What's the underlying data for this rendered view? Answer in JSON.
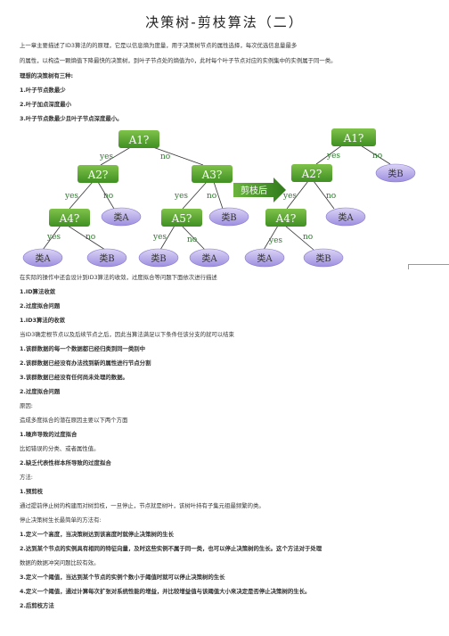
{
  "title": "决策树-剪枝算法（二）",
  "intro": [
    "上一章主要描述了ID3算法的的原理，它是以信息熵为度量，用于决策树节点的属性选择，每次优选信息量最多",
    "的属性，以构造一颗熵值下降最快的决策树，到叶子节点处的熵值为0，此时每个叶子节点对应的实例集中的实例属于同一类。",
    "理想的决策树有三种:",
    "1.叶子节点数最少",
    "2.叶子加点深度最小",
    "3.叶子节点数最少且叶子节点深度最小。"
  ],
  "diagram": {
    "left_tree": {
      "a1": "A1?",
      "a2": "A2?",
      "a3": "A3?",
      "a4": "A4?",
      "a5": "A5?",
      "a2_no_leaf": "类A",
      "a3_no_leaf": "类B",
      "a4_yes_leaf": "类A",
      "a4_no_leaf": "类B",
      "a5_yes_leaf": "类B",
      "a5_no_leaf": "类A"
    },
    "right_tree": {
      "a1": "A1?",
      "a2": "A2?",
      "a4": "A4?",
      "a1_no_leaf": "类B",
      "a2_no_leaf": "类A",
      "a4_yes_leaf": "类A",
      "a4_no_leaf": "类B"
    },
    "prune_label": "剪枝后",
    "yes": "yes",
    "no": "no"
  },
  "body": [
    {
      "text": "在实际的操作中还会设计到ID3算法的收敛，过度拟合等问题下面依次进行描述",
      "bold": false
    },
    {
      "text": "1.ID算法收敛",
      "bold": true
    },
    {
      "text": "2.过度拟合问题",
      "bold": true
    },
    {
      "text": "1.ID3算法的收敛",
      "bold": true
    },
    {
      "text": "当ID3确定根节点以及后续节点之后，因此当算法满足以下条件任该分支的就可以结束",
      "bold": false
    },
    {
      "text": "1.该群数据的每一个数据都已经归类到同一类别中",
      "bold": true
    },
    {
      "text": "2.该群数据已经没有办法找到新的属性进行节点分割",
      "bold": true
    },
    {
      "text": "3.该群数据已经没有任何尚未处理的数据。",
      "bold": true
    },
    {
      "text": "2.过度拟合问题",
      "bold": true
    },
    {
      "text": "原因:",
      "bold": false
    },
    {
      "text": "造成多度拟合的潜在原因主要以下两个方面",
      "bold": false
    },
    {
      "text": "1.噪声导致的过度拟合",
      "bold": true
    },
    {
      "text": "比如错误的分类、或者属性值。",
      "bold": false
    },
    {
      "text": "2.缺乏代表性样本所导致的过度拟合",
      "bold": true
    },
    {
      "text": "方法:",
      "bold": false
    },
    {
      "text": "1.预剪枝",
      "bold": true
    },
    {
      "text": "通过提前停止树的构建而对树剪枝，一旦停止，节点就是树叶，该树叶持有子集元祖最频繁的类。",
      "bold": false
    },
    {
      "text": "停止决策树生长最简单的方法有:",
      "bold": false
    },
    {
      "text": "1.定义一个高度，当决策树达到该高度时就停止决策树的生长",
      "bold": true
    },
    {
      "text": "2.达到某个节点的实例具有相同的特征向量，及时这些实例不属于同一类，也可以停止决策树的生长。这个方法对于处理",
      "bold": true
    },
    {
      "text": "数据的数据冲突问题比较有效。",
      "bold": false
    },
    {
      "text": "3.定义一个阈值，当达到某个节点的实例个数小于阈值时就可以停止决策树的生长",
      "bold": true
    },
    {
      "text": "4.定义一个阈值，通过计算每次扩张对系统性能的增益，并比较增益值与该阈值大小来决定是否停止决策树的生长。",
      "bold": true
    },
    {
      "text": "2.后剪枝方法",
      "bold": true
    }
  ]
}
